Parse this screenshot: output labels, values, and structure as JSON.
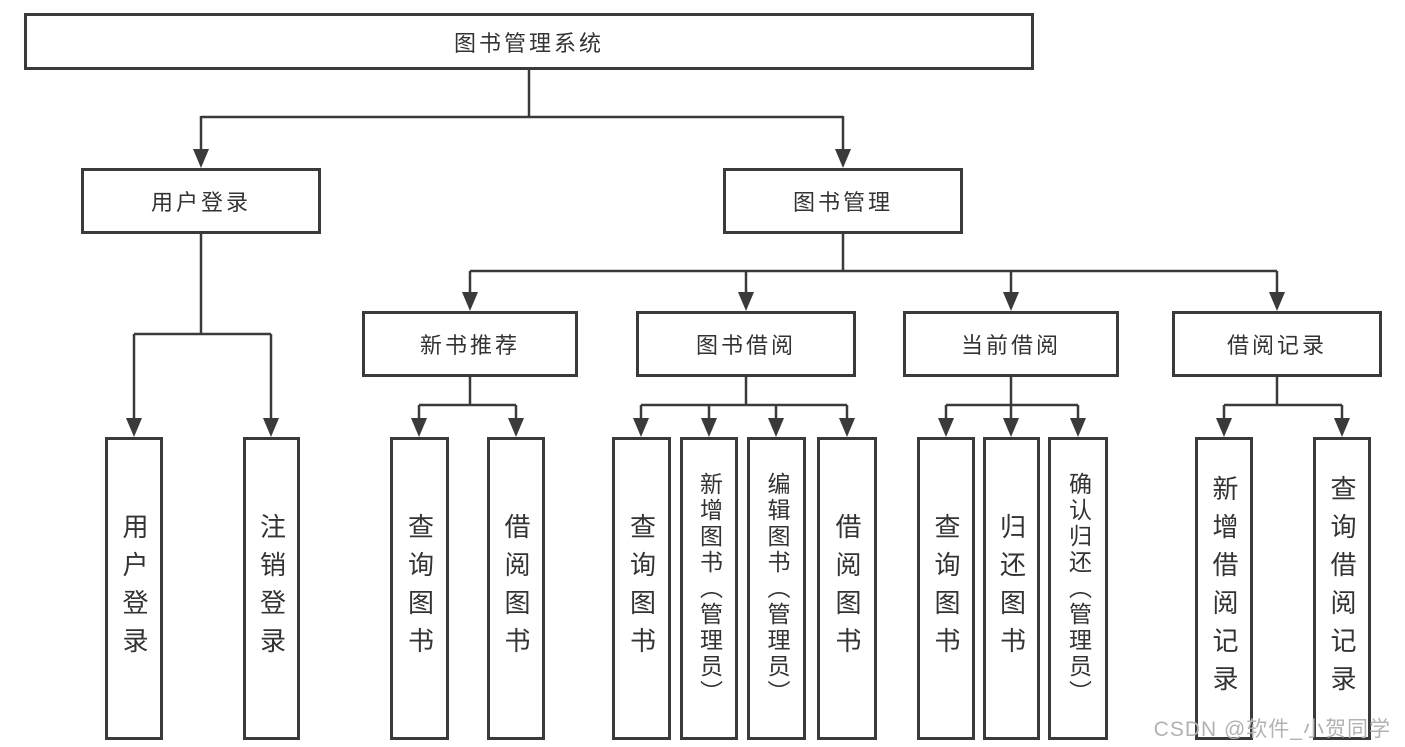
{
  "diagram": {
    "root": "图书管理系统",
    "level2": [
      "用户登录",
      "图书管理"
    ],
    "level3": [
      "新书推荐",
      "图书借阅",
      "当前借阅",
      "借阅记录"
    ],
    "leaves": [
      "用户登录",
      "注销登录",
      "查询图书",
      "借阅图书",
      "查询图书",
      "新增图书（管理员）",
      "编辑图书（管理员）",
      "借阅图书",
      "查询图书",
      "归还图书",
      "确认归还（管理员）",
      "新增借阅记录",
      "查询借阅记录"
    ]
  },
  "watermark": "CSDN @软件_小贺同学",
  "colors": {
    "line": "#3a3a3a",
    "text": "#333333",
    "background": "#ffffff",
    "watermark": "#b2b2b2"
  }
}
